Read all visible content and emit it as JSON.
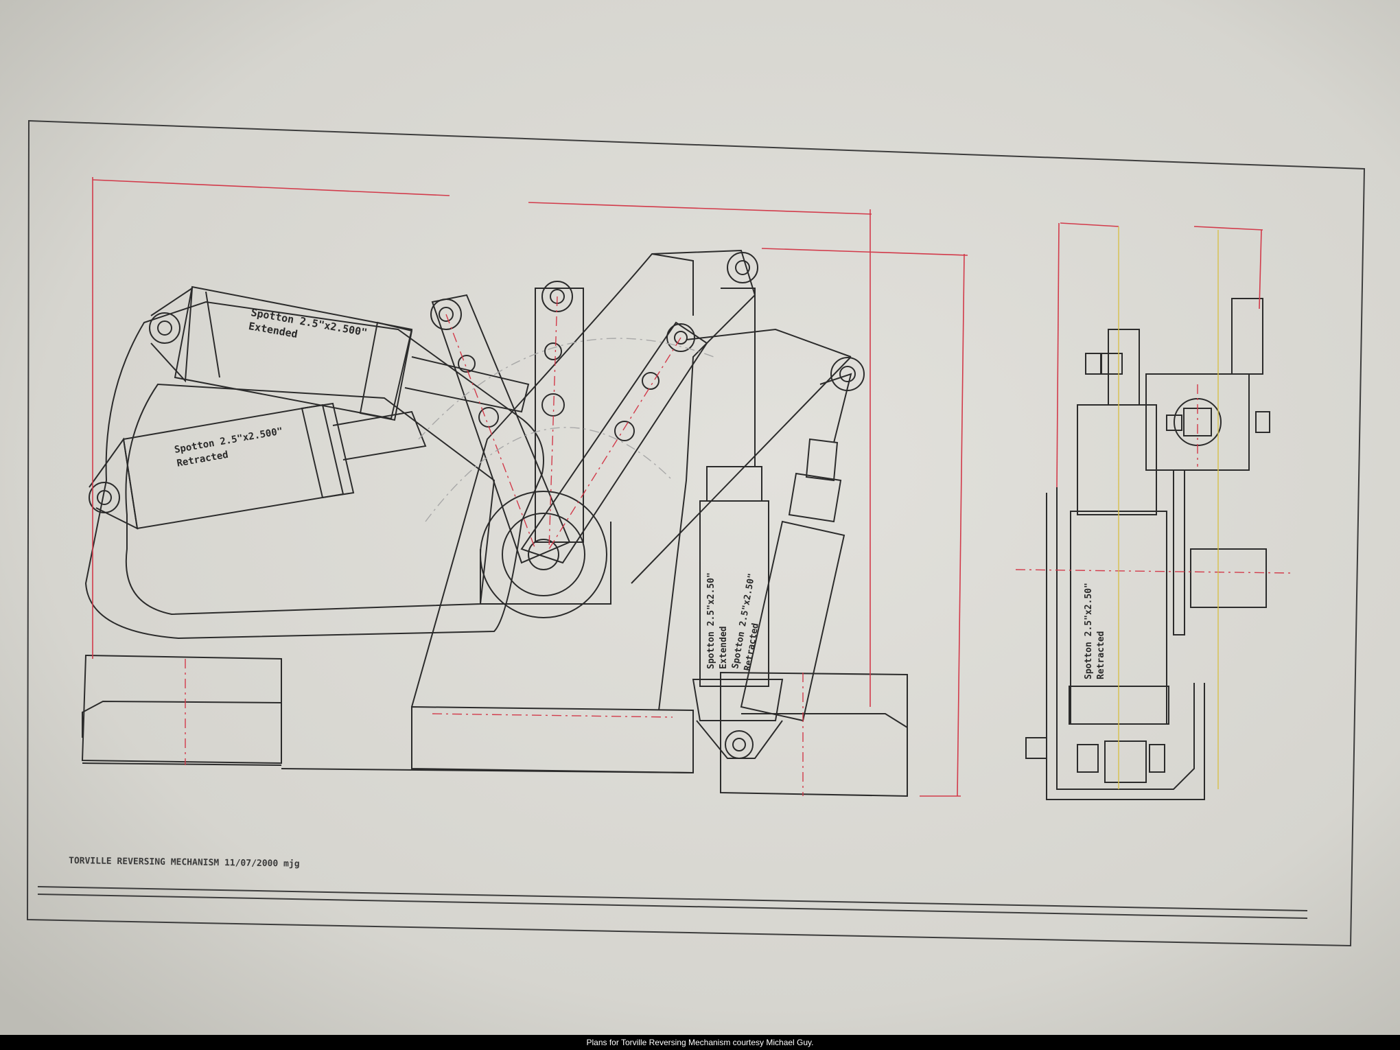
{
  "caption": "Plans for Torville Reversing Mechanism courtesy Michael Guy.",
  "drawing": {
    "title_block": "TORVILLE REVERSING MECHANISM 11/07/2000 mjg",
    "labels": {
      "cyl_upper_1": "Spotton 2.5\"x2.500\"",
      "cyl_upper_2": "Extended",
      "cyl_lower_1": "Spotton 2.5\"x2.500\"",
      "cyl_lower_2": "Retracted",
      "cyl_right_ext_1": "Spotton 2.5\"x2.50\"",
      "cyl_right_ext_2": "Extended",
      "cyl_right_ret_1": "Spotton 2.5\"x2.50\"",
      "cyl_right_ret_2": "Retracted",
      "cyl_side_1": "Spotton 2.5\"x2.50\"",
      "cyl_side_2": "Retracted"
    }
  },
  "colors": {
    "paper": "#d9d8d2",
    "ink": "#2b2b2b",
    "dimension_red": "#d23a4a",
    "centerline_yellow": "#d8c04a"
  }
}
